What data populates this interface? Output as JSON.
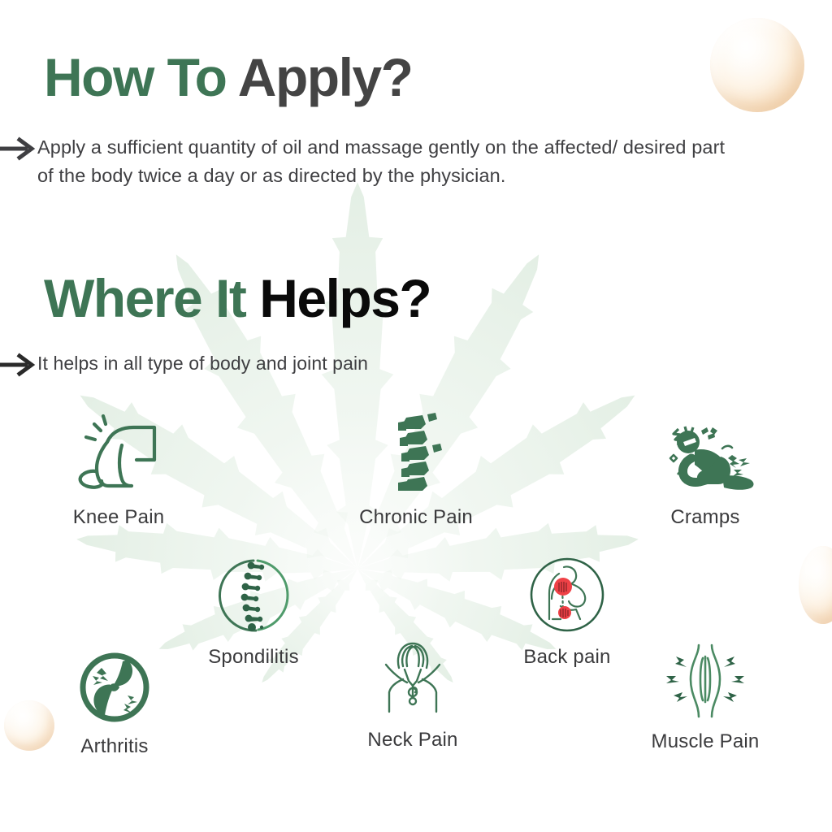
{
  "page": {
    "background_color": "#ffffff",
    "accent_green": "#3e7555",
    "heading_gray": "#444444",
    "heading_black": "#0a0a0a",
    "body_text_color": "#3f3f42",
    "label_color": "#3a3a3c",
    "bubble_color": "#f7e0c6",
    "watermark": "cannabis-leaf-watermark"
  },
  "sections": {
    "apply": {
      "heading_part1": "How To ",
      "heading_part2": "Apply?",
      "bullet_icon": "arrow-right-icon",
      "bullet_text": "Apply a sufficient quantity of oil and massage gently on the affected/ desired part of the body twice a day or as directed by the physician."
    },
    "helps": {
      "heading_part1": "Where It ",
      "heading_part2": "Helps?",
      "bullet_icon": "arrow-right-icon",
      "bullet_text": "It helps in all type of body and joint pain"
    }
  },
  "pain_items": [
    {
      "id": "knee-pain",
      "label": "Knee Pain",
      "icon": "knee-pain-icon"
    },
    {
      "id": "chronic-pain",
      "label": "Chronic Pain",
      "icon": "spine-vertebrae-icon"
    },
    {
      "id": "cramps",
      "label": "Cramps",
      "icon": "cramps-person-icon"
    },
    {
      "id": "spondilitis",
      "label": "Spondilitis",
      "icon": "spondilitis-circle-spine-icon"
    },
    {
      "id": "back-pain",
      "label": "Back pain",
      "icon": "back-pain-circle-icon"
    },
    {
      "id": "arthritis",
      "label": "Arthritis",
      "icon": "arthritis-joint-icon"
    },
    {
      "id": "neck-pain",
      "label": "Neck Pain",
      "icon": "neck-pain-icon"
    },
    {
      "id": "muscle-pain",
      "label": "Muscle Pain",
      "icon": "muscle-fiber-icon"
    }
  ],
  "decorations": [
    {
      "id": "bubble-top-right",
      "name": "oil-bubble"
    },
    {
      "id": "bubble-right-mid",
      "name": "oil-bubble"
    },
    {
      "id": "bubble-bottom-left",
      "name": "oil-bubble"
    }
  ]
}
